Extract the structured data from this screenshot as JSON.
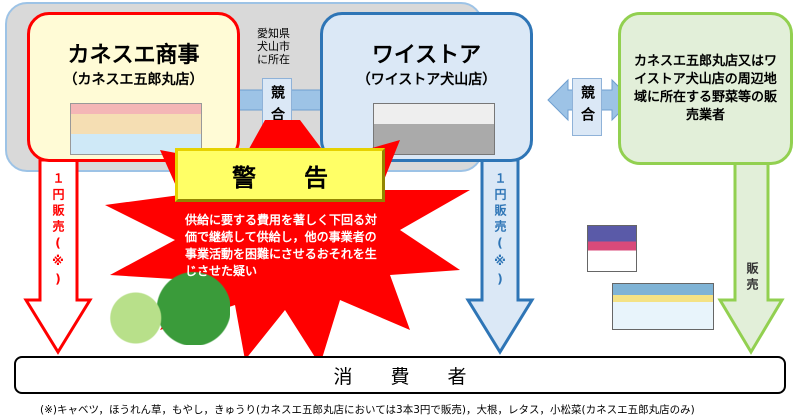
{
  "kanesue": {
    "title": "カネスエ商事",
    "subtitle": "（カネスエ五郎丸店）"
  },
  "waistore": {
    "title": "ワイストア",
    "subtitle": "（ワイストア犬山店）"
  },
  "location_note": "愛知県\n犬山市\nに所在",
  "compete_label": "競合",
  "vendors_text": "カネスエ五郎丸店又はワイストア犬山店の周辺地域に所在する野菜等の販売業者",
  "warning": {
    "title": "警　　告",
    "text": "供給に要する費用を著しく下回る対価で継続して供給し，他の事業者の事業活動を困難にさせるおそれを生じさせた疑い"
  },
  "arrows": {
    "left": "１円販売(※)",
    "middle": "１円販売(※)",
    "right": "販売"
  },
  "consumer": "消　　費　　者",
  "footnote": "(※)キャベツ，ほうれん草，もやし，きゅうり(カネスエ五郎丸店においては3本3円で販売)，大根，レタス，小松菜(カネスエ五郎丸店のみ)",
  "colors": {
    "red": "#ff0000",
    "blue": "#2e75b6",
    "green": "#92d050",
    "warning_fill": "#ffff66"
  }
}
